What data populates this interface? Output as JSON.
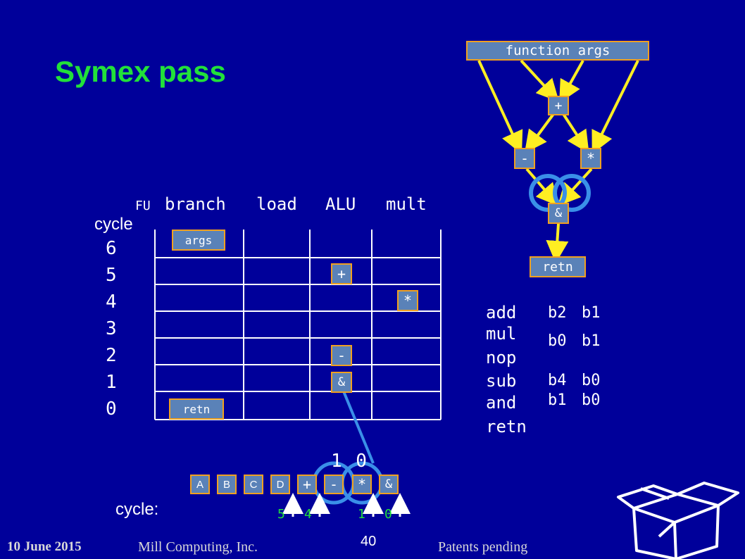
{
  "slide": {
    "title": "Symex pass",
    "page_number": "40",
    "footer_date": "10 June 2015",
    "footer_company": "Mill Computing, Inc.",
    "footer_patents": "Patents pending"
  },
  "dataflow": {
    "top_node": "function args",
    "plus_node": "+",
    "minus_node": "-",
    "mul_node": "*",
    "and_node": "&",
    "retn_node": "retn"
  },
  "schedule": {
    "fu_label": "FU",
    "cycle_label": "cycle",
    "headers": [
      "branch",
      "load",
      "ALU",
      "mult"
    ],
    "cycles": [
      "6",
      "5",
      "4",
      "3",
      "2",
      "1",
      "0"
    ],
    "ops": {
      "args": "args",
      "plus": "+",
      "mul": "*",
      "minus": "-",
      "and": "&",
      "retn": "retn"
    }
  },
  "instructions": [
    {
      "op": "add",
      "a": "b2",
      "b": "b1"
    },
    {
      "op": "mul",
      "a": "b0",
      "b": "b1"
    },
    {
      "op": "nop",
      "a": "",
      "b": ""
    },
    {
      "op": "sub",
      "a": "b4",
      "b": "b0"
    },
    {
      "op": "and",
      "a": "b1",
      "b": "b0"
    },
    {
      "op": "retn",
      "a": "",
      "b": ""
    }
  ],
  "belt": {
    "cycle_label": "cycle:",
    "overlay": "1 0",
    "slots": [
      "A",
      "B",
      "C",
      "D",
      "+",
      "-",
      "*",
      "&"
    ],
    "ticks": [
      "5",
      "4",
      "1",
      "0"
    ]
  },
  "colors": {
    "background": "#00009a",
    "title": "#22e03a",
    "slot_fill": "#5a82b8",
    "slot_border": "#f0a020",
    "arrow": "#ffee22",
    "circle": "#3a8fe8"
  }
}
